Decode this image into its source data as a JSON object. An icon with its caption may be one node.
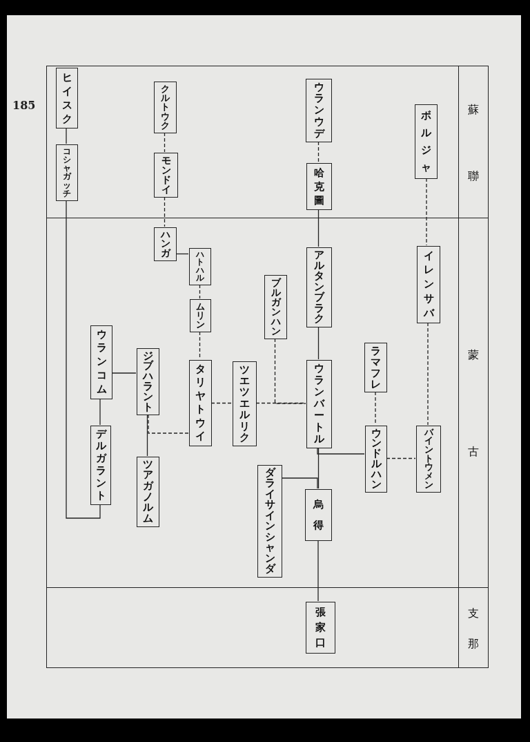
{
  "diagram": {
    "nodes": [
      {
        "text": [
          "蘇聯"
        ]
      },
      {
        "text": [
          "蒙古"
        ]
      },
      {
        "text": [
          "支那"
        ]
      },
      {
        "text": [
          "ヒイスク"
        ],
        "in": 0
      },
      {
        "text": [
          "コシャガッチ"
        ],
        "in": 0
      },
      {
        "text": [
          "クルトウク"
        ],
        "in": 0
      },
      {
        "text": [
          "モンドイ"
        ],
        "in": 0
      },
      {
        "text": [
          "ハンガ"
        ],
        "in": 1
      },
      {
        "text": [
          "ハトハル"
        ],
        "in": 1
      },
      {
        "text": [
          "ムリン"
        ],
        "in": 1
      },
      {
        "text": [
          "タリヤトウイ"
        ],
        "in": 1
      },
      {
        "text": [
          "ウランコム"
        ],
        "in": 1
      },
      {
        "text": [
          "ジブハラント"
        ],
        "in": 1
      },
      {
        "text": [
          "デルガラント"
        ],
        "in": 1
      },
      {
        "text": [
          "ツアガノルム"
        ],
        "in": 1
      },
      {
        "text": [
          "ツエツエルリク"
        ],
        "in": 1
      },
      {
        "text": [
          "ブルガンハン"
        ],
        "in": 1
      },
      {
        "text": [
          "ウランウデ"
        ],
        "in": 0
      },
      {
        "text": [
          "哈克圖"
        ],
        "in": 0
      },
      {
        "text": [
          "アルタンブラク"
        ],
        "in": 1
      },
      {
        "text": [
          "ウランバートル"
        ],
        "in": 1
      },
      {
        "text": [
          "ダライサインシャンダ"
        ],
        "in": 1
      },
      {
        "text": [
          "烏得"
        ],
        "in": 1
      },
      {
        "text": [
          "張家口"
        ],
        "in": 2
      },
      {
        "text": [
          "ボルジャ"
        ],
        "in": 0
      },
      {
        "text": [
          "イレンサバ"
        ],
        "in": 1
      },
      {
        "text": [
          "ラマフレ"
        ],
        "in": 1
      },
      {
        "text": [
          "ウンドルハン"
        ],
        "in": 1
      },
      {
        "text": [
          "バイントウメン"
        ],
        "in": 1
      }
    ],
    "edges": [
      {
        "from": 3,
        "to": 4,
        "arrow": "none"
      },
      {
        "from": 4,
        "to": 13,
        "arrow": "none"
      },
      {
        "from": 5,
        "to": 6,
        "arrow": "none",
        "style": "dashed"
      },
      {
        "from": 6,
        "to": 7,
        "arrow": "none",
        "style": "dashed"
      },
      {
        "from": 7,
        "to": 8,
        "arrow": "none"
      },
      {
        "from": 8,
        "to": 9,
        "arrow": "none",
        "style": "dashed"
      },
      {
        "from": 9,
        "to": 10,
        "arrow": "none",
        "style": "dashed"
      },
      {
        "from": 11,
        "to": 12,
        "arrow": "none"
      },
      {
        "from": 11,
        "to": 13,
        "arrow": "none"
      },
      {
        "from": 12,
        "to": 14,
        "arrow": "none"
      },
      {
        "from": 10,
        "to": 12,
        "arrow": "none",
        "style": "dashed"
      },
      {
        "from": 10,
        "to": 15,
        "arrow": "none",
        "style": "dashed"
      },
      {
        "from": 15,
        "to": 20,
        "arrow": "none",
        "style": "dashed"
      },
      {
        "from": 16,
        "to": 20,
        "arrow": "none",
        "style": "dashed"
      },
      {
        "from": 17,
        "to": 18,
        "arrow": "none",
        "style": "dashed"
      },
      {
        "from": 18,
        "to": 19,
        "arrow": "none"
      },
      {
        "from": 19,
        "to": 20,
        "arrow": "none"
      },
      {
        "from": 20,
        "to": 22,
        "arrow": "none"
      },
      {
        "from": 21,
        "to": 22,
        "arrow": "none"
      },
      {
        "from": 22,
        "to": 23,
        "arrow": "none"
      },
      {
        "from": 20,
        "to": 27,
        "arrow": "none"
      },
      {
        "from": 27,
        "to": 28,
        "arrow": "none",
        "style": "dashed"
      },
      {
        "from": 26,
        "to": 27,
        "arrow": "none",
        "style": "dashed"
      },
      {
        "from": 24,
        "to": 25,
        "arrow": "none",
        "style": "dashed"
      },
      {
        "from": 25,
        "to": 28,
        "arrow": "none",
        "style": "dashed"
      }
    ],
    "labels": [
      "185"
    ]
  }
}
